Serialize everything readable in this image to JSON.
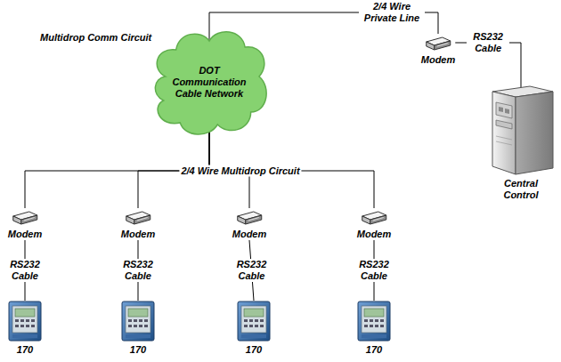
{
  "diagram": {
    "title": "Multidrop Comm Circuit",
    "nodes": [
      {
        "text": [
          "DOT Communication Cable Network"
        ]
      },
      {
        "text": [
          "Modem"
        ]
      },
      {
        "text": [
          "Central Control"
        ]
      },
      {
        "text": [
          "Modem"
        ]
      },
      {
        "text": [
          "Modem"
        ]
      },
      {
        "text": [
          "Modem"
        ]
      },
      {
        "text": [
          "Modem"
        ]
      },
      {
        "text": [
          "170"
        ]
      },
      {
        "text": [
          "170"
        ]
      },
      {
        "text": [
          "170"
        ]
      },
      {
        "text": [
          "170"
        ]
      }
    ],
    "edges": [
      {
        "from": 0,
        "to": 1,
        "arrow": "none",
        "label": "2/4 Wire Private Line"
      },
      {
        "from": 1,
        "to": 2,
        "arrow": "none",
        "label": "RS232 Cable"
      },
      {
        "from": 0,
        "to": 3,
        "arrow": "none"
      },
      {
        "from": 0,
        "to": 4,
        "arrow": "none"
      },
      {
        "from": 0,
        "to": 5,
        "arrow": "none"
      },
      {
        "from": 0,
        "to": 6,
        "arrow": "none"
      },
      {
        "from": 3,
        "to": 7,
        "arrow": "none",
        "label": "RS232 Cable"
      },
      {
        "from": 4,
        "to": 8,
        "arrow": "none",
        "label": "RS232 Cable"
      },
      {
        "from": 5,
        "to": 9,
        "arrow": "none",
        "label": "RS232 Cable"
      },
      {
        "from": 6,
        "to": 10,
        "arrow": "none",
        "label": "RS232 Cable"
      }
    ],
    "labels": [
      "2/4 Wire Multidrop Circuit"
    ]
  }
}
